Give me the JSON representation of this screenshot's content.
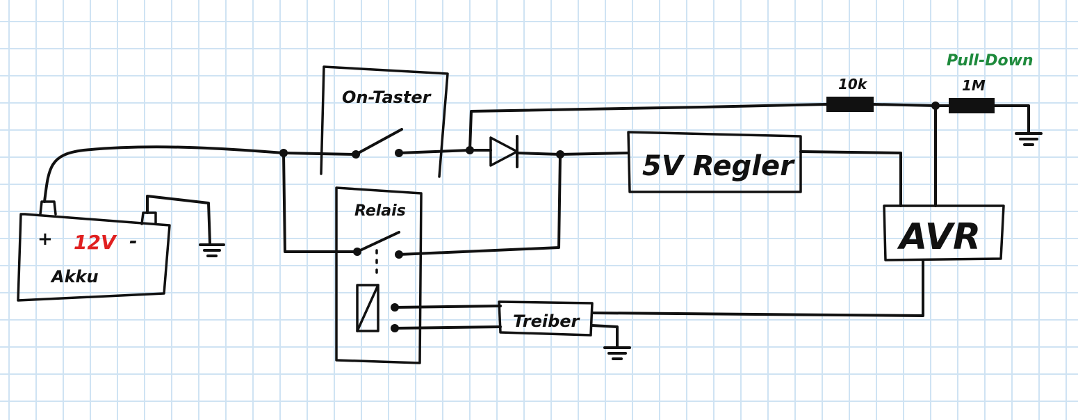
{
  "labels": {
    "battery_plus": "+",
    "battery_voltage": "12V",
    "battery_minus": "-",
    "battery_name": "Akku",
    "on_switch": "On-Taster",
    "relay": "Relais",
    "regulator": "5V Regler",
    "driver": "Treiber",
    "mcu": "AVR",
    "resistor_series": "10k",
    "resistor_pulldown": "1M",
    "pulldown_note": "Pull-Down"
  },
  "colors": {
    "ink": "#111111",
    "voltage_label": "#e02020",
    "pulldown_label": "#1e8a3c",
    "grid": "#cfe3f3"
  }
}
